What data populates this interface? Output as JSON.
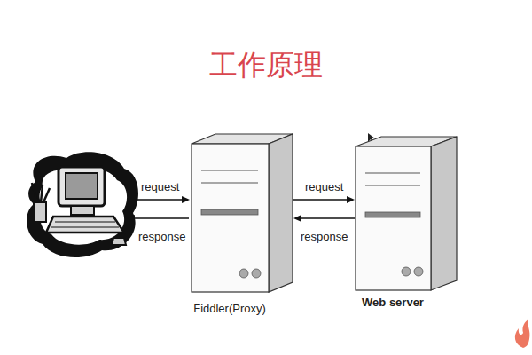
{
  "diagram": {
    "title": "工作原理",
    "nodes": [
      {
        "text": [
          "Fiddler(Proxy)"
        ]
      },
      {
        "text": [
          "Web server"
        ]
      }
    ],
    "edges": [
      {
        "from": 0,
        "to": 1,
        "label": "request",
        "arrow": "to"
      },
      {
        "from": 1,
        "to": 0,
        "label": "response",
        "arrow": "to"
      }
    ],
    "labels": [
      "request",
      "response"
    ]
  }
}
